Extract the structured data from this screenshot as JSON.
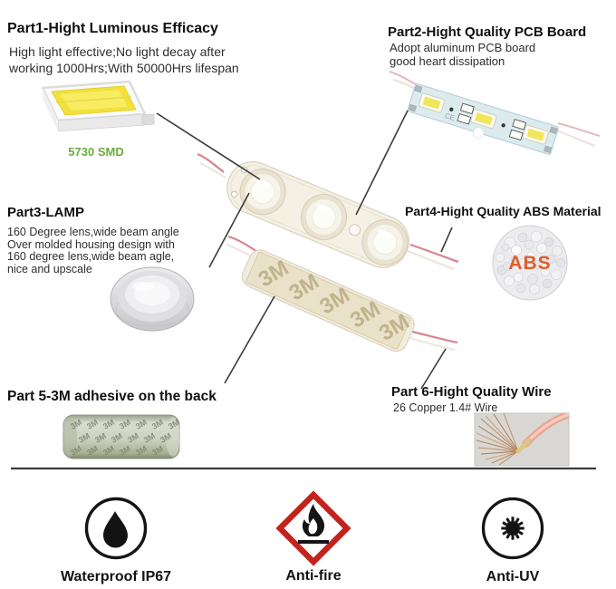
{
  "brand": {
    "m3": "3M",
    "ce": "CE"
  },
  "parts": {
    "part1": {
      "title": "Part1-Hight Luminous Efficacy",
      "desc": [
        "High light effective;No light decay after",
        "working 1000Hrs;With 50000Hrs lifespan"
      ],
      "caption": "5730 SMD"
    },
    "part2": {
      "title": "Part2-Hight Quality PCB Board",
      "desc": [
        "Adopt aluminum PCB board",
        "good heart dissipation"
      ]
    },
    "part3": {
      "title": "Part3-LAMP",
      "desc": [
        "160 Degree lens,wide beam angle",
        "Over molded housing design with",
        "160 degree lens,wide beam agle,",
        "nice and upscale"
      ]
    },
    "part4": {
      "title": "Part4-Hight Quality ABS Material",
      "abs_label": "ABS"
    },
    "part5": {
      "title": "Part 5-3M adhesive on the back"
    },
    "part6": {
      "title": "Part 6-Hight Quality Wire",
      "desc": [
        "26 Copper 1.4# Wire"
      ]
    }
  },
  "badges": {
    "waterproof": {
      "icon": "water-drop-icon",
      "label": "Waterproof IP67"
    },
    "antifire": {
      "icon": "flame-diamond-icon",
      "label": "Anti-fire"
    },
    "antiuv": {
      "icon": "sun-icon",
      "label": "Anti-UV"
    }
  },
  "colors": {
    "heading_text": "#101010",
    "body_text": "#2e2e2e",
    "smd_caption_green": "#6aad3d",
    "abs_text_orange": "#dd5e2a",
    "fire_diamond_red": "#c4231d",
    "callout_line": "#3c3c3c"
  }
}
